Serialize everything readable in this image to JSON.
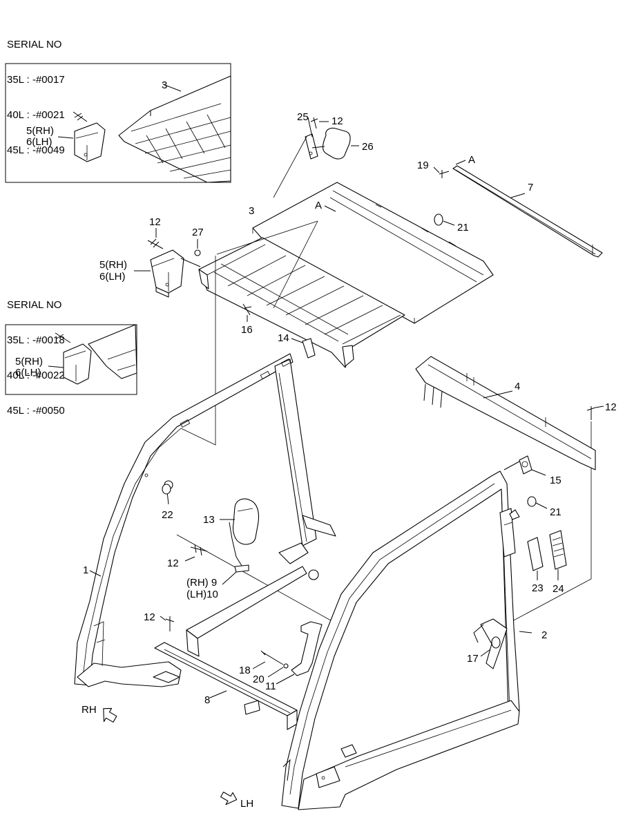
{
  "serial_blocks": [
    {
      "title": "SERIAL NO",
      "lines": [
        "35L : -#0017",
        "40L : -#0021",
        "45L : -#0049"
      ]
    },
    {
      "title": "SERIAL NO",
      "lines": [
        "35L : -#0018",
        "40L : -#0022",
        "45L : -#0050"
      ]
    }
  ],
  "callouts": {
    "inset1_3": "3",
    "inset1_5rh": "5(RH)",
    "inset1_6lh": "6(LH)",
    "inset2_5rh": "5(RH)",
    "inset2_6lh": "6(LH)",
    "p25": "25",
    "p12_top": "12",
    "p26": "26",
    "p19": "19",
    "pA_top": "A",
    "p7": "7",
    "p3": "3",
    "pA_mid": "A",
    "p21_top": "21",
    "p12_left": "12",
    "p27": "27",
    "p5rh": "5(RH)",
    "p6lh": "6(LH)",
    "p16": "16",
    "p14": "14",
    "p4": "4",
    "p12_right": "12",
    "p15": "15",
    "p21_right": "21",
    "p22": "22",
    "p13": "13",
    "p12_mirror": "12",
    "p9": "(RH) 9",
    "p10": "(LH)10",
    "p1": "1",
    "p23": "23",
    "p24": "24",
    "p2": "2",
    "p12_bottom": "12",
    "p17": "17",
    "p18": "18",
    "p20": "20",
    "p11": "11",
    "p8": "8",
    "rh": "RH",
    "lh": "LH"
  }
}
